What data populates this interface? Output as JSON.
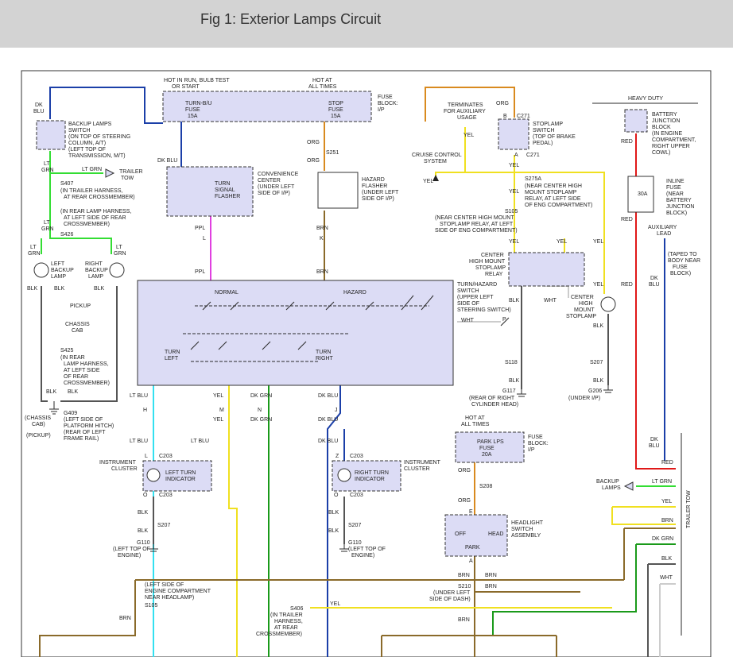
{
  "header": {
    "title": "Fig 1: Exterior Lamps Circuit"
  },
  "colors": {
    "dk_blu": "#1b3fa8",
    "lt_grn": "#33dd33",
    "orange": "#d98a1f",
    "yellow": "#f0e020",
    "purple": "#e040e0",
    "brown": "#8a6a2a",
    "lt_blu": "#33e0f0",
    "red": "#e01818",
    "dk_grn": "#1a9a1a",
    "white": "#cccccc",
    "black": "#555555",
    "box_fill": "#dcdcf5"
  },
  "labels": {
    "hot_run": "HOT IN RUN, BULB TEST",
    "or_start": "OR START",
    "hot_at": "HOT AT",
    "all_times": "ALL TIMES",
    "turn_bu": "TURN-B/U",
    "fuse": "FUSE",
    "f15a": "15A",
    "stop": "STOP",
    "fuse_block": "FUSE",
    "fuse_block2": "BLOCK:",
    "ip": "I/P",
    "dk": "DK",
    "blu": "BLU",
    "backup_sw1": "BACKUP LAMPS",
    "backup_sw2": "SWITCH",
    "backup_sw3": "(ON TOP OF STEERING",
    "backup_sw4": "COLUMN, A/T)",
    "backup_sw5": "(LEFT TOP OF",
    "backup_sw6": "TRANSMISSION, M/T)",
    "lt": "LT",
    "grn": "GRN",
    "s407": "S407",
    "lt_grn": "LT GRN",
    "trailer": "TRAILER",
    "tow": "TOW",
    "s407_d1": "(IN TRAILER HARNESS,",
    "s407_d2": "AT REAR CROSSMEMBER)",
    "s426_d1": "(IN REAR LAMP HARNESS,",
    "s426_d2": "AT LEFT SIDE OF REAR",
    "s426_d3": "CROSSMEMBER)",
    "s426": "S426",
    "left": "LEFT",
    "backup": "BACKUP",
    "lamp": "LAMP",
    "right": "RIGHT",
    "blk": "BLK",
    "pickup": "PICKUP",
    "chassis": "CHASSIS",
    "cab": "CAB",
    "s425": "S425",
    "s425_d1": "(IN REAR",
    "s425_d2": "LAMP HARNESS,",
    "s425_d3": "AT LEFT SIDE",
    "s425_d4": "OF REAR",
    "s425_d5": "CROSSMEMBER)",
    "g409": "G409",
    "g409_d1": "(LEFT SIDE OF",
    "g409_d2": "PLATFORM HITCH)",
    "g409_d3": "(REAR OF LEFT",
    "g409_d4": "FRAME RAIL)",
    "chassis_cab": "(CHASSIS",
    "cab2": "CAB)",
    "pickup2": "(PICKUP)",
    "turn_sig1": "TURN",
    "turn_sig2": "SIGNAL",
    "turn_sig3": "FLASHER",
    "conv1": "CONVENIENCE",
    "conv2": "CENTER",
    "conv3": "(UNDER LEFT",
    "conv4": "SIDE OF I/P)",
    "org": "ORG",
    "s251": "S251",
    "hazard1": "HAZARD",
    "hazard2": "FLASHER",
    "hazard3": "(UNDER LEFT",
    "hazard4": "SIDE OF I/P)",
    "ppl": "PPL",
    "l": "L",
    "brn": "BRN",
    "k": "K",
    "normal": "NORMAL",
    "hazard": "HAZARD",
    "turn_left1": "TURN",
    "turn_left2": "LEFT",
    "turn_right1": "TURN",
    "turn_right2": "RIGHT",
    "ths1": "TURN/HAZARD",
    "ths2": "SWITCH",
    "ths3": "(UPPER LEFT",
    "ths4": "SIDE OF",
    "ths5": "STEERING SWITCH)",
    "wht": "WHT",
    "p": "P",
    "terminates1": "TERMINATES",
    "terminates2": "FOR AUXILIARY",
    "terminates3": "USAGE",
    "b": "B",
    "c271": "C271",
    "a": "A",
    "stoplamp1": "STOPLAMP",
    "stoplamp2": "SWITCH",
    "stoplamp3": "(TOP OF BRAKE",
    "stoplamp4": "PEDAL)",
    "cruise1": "CRUISE CONTROL",
    "cruise2": "SYSTEM",
    "yel": "YEL",
    "s275a": "S275A",
    "s275a_d1": "(NEAR CENTER HIGH",
    "s275a_d2": "MOUNT STOPLAMP",
    "s275a_d3": "RELAY, AT LEFT SIDE",
    "s275a_d4": "OF ENG COMPARTMENT)",
    "s105": "S105",
    "s105_d1": "(NEAR CENTER HIGH MOUNT",
    "s105_d2": "STOPLAMP RELAY, AT LEFT",
    "s105_d3": "SIDE OF ENG COMPARTMENT)",
    "chm_relay1": "CENTER",
    "chm_relay2": "HIGH MOUNT",
    "chm_relay3": "STOPLAMP",
    "chm_relay4": "RELAY",
    "chm_lamp1": "CENTER",
    "chm_lamp2": "HIGH",
    "chm_lamp3": "MOUNT",
    "chm_lamp4": "STOPLAMP",
    "s118": "S118",
    "s207": "S207",
    "g117": "G117",
    "g117_d1": "(REAR OF RIGHT",
    "g117_d2": "CYLINDER HEAD)",
    "g206": "G206",
    "g206_d1": "(UNDER I/P)",
    "heavy_duty": "HEAVY DUTY",
    "bjb1": "BATTERY",
    "bjb2": "JUNCTION",
    "bjb3": "BLOCK",
    "bjb4": "(IN ENGINE",
    "bjb5": "COMPARTMENT,",
    "bjb6": "RIGHT UPPER",
    "bjb7": "COWL)",
    "red": "RED",
    "inline1": "INLINE",
    "inline2": "FUSE",
    "inline3": "(NEAR",
    "inline4": "BATTERY",
    "inline5": "JUNCTION",
    "inline6": "BLOCK)",
    "f30a": "30A",
    "aux1": "AUXILIARY",
    "aux2": "LEAD",
    "taped1": "(TAPED TO",
    "taped2": "BODY NEAR",
    "taped3": "FUSE",
    "taped4": "BLOCK)",
    "lt_blu": "LT BLU",
    "dk_grn": "DK GRN",
    "dk_blu": "DK BLU",
    "h": "H",
    "m": "M",
    "n": "N",
    "j": "J",
    "c203": "C203",
    "z": "Z",
    "o": "O",
    "ic1": "INSTRUMENT",
    "ic2": "CLUSTER",
    "lti1": "LEFT TURN",
    "lti2": "INDICATOR",
    "rti1": "RIGHT TURN",
    "rti2": "INDICATOR",
    "g110": "G110",
    "g110_d1": "(LEFT TOP OF",
    "g110_d2": "ENGINE)",
    "park_fuse1": "PARK LPS",
    "park_fuse2": "FUSE",
    "park_fuse3": "20A",
    "s208": "S208",
    "e": "E",
    "off": "OFF",
    "head": "HEAD",
    "park": "PARK",
    "hsa1": "HEADLIGHT",
    "hsa2": "SWITCH",
    "hsa3": "ASSEMBLY",
    "s210": "S210",
    "s210_d1": "(UNDER LEFT",
    "s210_d2": "SIDE OF DASH)",
    "backup_lamps": "BACKUP",
    "lamps": "LAMPS",
    "trailer_tow": "TRAILER TOW",
    "s105b_d1": "(LEFT SIDE OF",
    "s105b_d2": "ENGINE COMPARTMENT",
    "s105b_d3": "NEAR HEADLAMP)",
    "s406": "S406",
    "s406_d1": "(IN TRAILER",
    "s406_d2": "HARNESS,",
    "s406_d3": "AT REAR",
    "s406_d4": "CROSSMEMBER)"
  }
}
